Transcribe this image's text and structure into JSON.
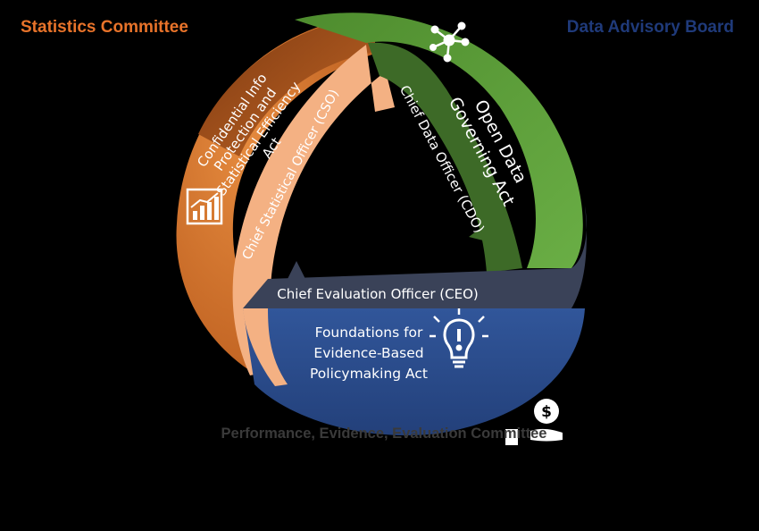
{
  "labels": {
    "statistics_committee": "Statistics Committee",
    "data_advisory_board": "Data Advisory Board",
    "performance_committee": "Performance, Evidence, Evaluation Committee"
  },
  "segments": {
    "orange": {
      "act_line1": "Confidential Info",
      "act_line2": "Protection and",
      "act_line3": "Statistical Efficiency",
      "act_line4": "Act",
      "officer": "Chief Statistical Officer (CSO)",
      "icon": "bar-chart-icon"
    },
    "green": {
      "act_line1": "Open Data",
      "act_line2": "Governing Act",
      "officer": "Chief Data Officer (CDO)",
      "icon": "network-icon"
    },
    "blue": {
      "act_line1": "Foundations for",
      "act_line2": "Evidence-Based",
      "act_line3": "Policymaking Act",
      "officer": "Chief Evaluation Officer  (CEO)",
      "icon": "lightbulb-icon"
    }
  },
  "extra_icons": {
    "money_hand": "money-hand-icon"
  },
  "colors": {
    "background": "#000000",
    "orange": "#E07B2E",
    "orange_dark": "#8A3E14",
    "orange_light": "#F4B183",
    "green": "#5B9A3A",
    "green_dark": "#3D6A27",
    "blue": "#2E4F8F",
    "blue_dark": "#3A4258",
    "stats_label": "#E8732A",
    "dab_label": "#1F3A7A",
    "committee_label": "#3A3A3A"
  }
}
